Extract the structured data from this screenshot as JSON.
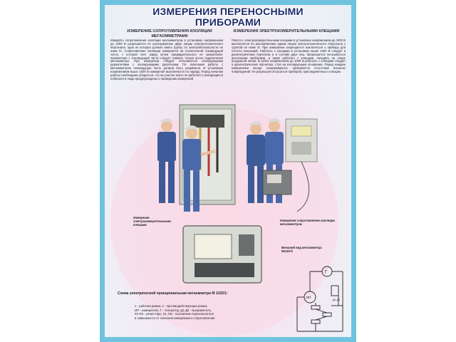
{
  "poster": {
    "title_line1": "ИЗМЕРЕНИЯ ПЕРЕНОСНЫМИ",
    "title_line2": "ПРИБОРАМИ",
    "left_heading": "ИЗМЕРЕНИЕ СОПРОТИВЛЕНИЯ ИЗОЛЯЦИИ МЕГАОММЕТРАМИ",
    "right_heading": "ИЗМЕРЕНИЯ ЭЛЕКТРОИЗМЕРИТЕЛЬНЫМИ КЛЕЩАМИ",
    "left_text": "Измерять сопротивление изоляции мегаомметром в установках напряжением до 1000 В разрешается по распоряжению двум лицам электротехнического персонала, одно из которых должно иметь группу по электробезопасности не ниже III. Сопротивление изоляции измеряется на отключенной токоведущей части, с которой снят заряд путем предварительного ее заземления. Заземление с токоведущей части следует снимать только после подключения мегаомметра. При измерении следует пользоваться изолирующими держателями с изолирующими рукоятками. По окончании работы с мегаомметром токоведущая часть должна быть разряжена. В установках напряжением выше 1000 В измерения выполняются по наряду. Перед началом работы необходимо убедиться, что на участке никто не работает и находящиеся поблизости люди предупреждены о проведении измерений.",
    "right_text": "Работа с электроизмерительными клещами в установках напряжением до 1000 В выполняется по распоряжению одним лицом электротехнического персонала с группой не ниже III. При измерении запрещается наклоняться к прибору для отсчета показаний. Работать с клещами в установках выше 1000 В следует в диэлектрических перчатках и в составе двух лиц. Запрещается пользоваться выносными приборами, а также работать с клещами, находясь на опоре воздушной линии. В цепях напряжением до 1000 В работать с клещами следует в диэлектрических перчатках, стоя на изолирующем основании. Перед каждым измерением клещи осматриваются, проверяется отсутствие внешних повреждений. Не разрешается касаться приборов, присоединенных к клещам.",
    "caption_clamp": "Измерение электроизмерительными клещами",
    "caption_resistance": "Измерение сопротивления изоляции мегаомметром",
    "caption_exterior": "Внешний вид мегаомметра М1102/1",
    "scheme_title": "Схема электрической принципиальная мегаомметра М 1102/1:",
    "legend_lines": [
      "1 - рабочая рамка;   2 - противодействующая рамка;",
      "ИП - измеритель;   Г - генератор;   Д1-Д4 - выпрямитель,",
      "R1-R4 - резисторы;  Х1, М1 - положение переключателя",
      "в зависимости от значения измеряемого сопротивления"
    ],
    "scheme_labels": {
      "gen": "Г",
      "meter": "ИП",
      "rect": "Д1-Д4"
    }
  }
}
